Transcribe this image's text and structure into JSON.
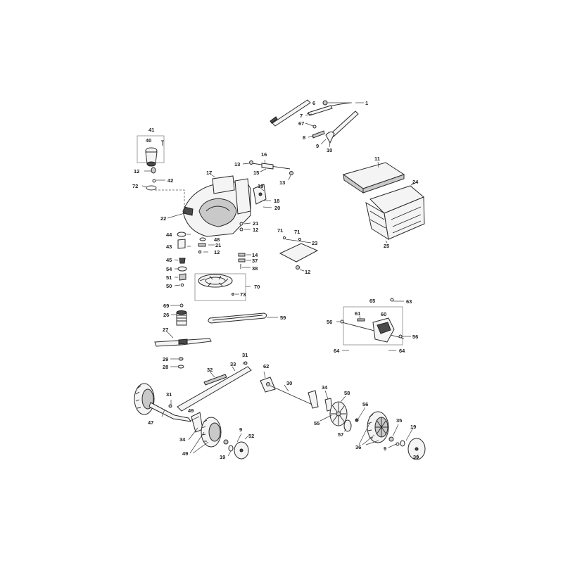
{
  "accent_color": "#e8892b",
  "callouts": [
    {
      "id": "c1",
      "text": "1"
    },
    {
      "id": "c6",
      "text": "6"
    },
    {
      "id": "c7",
      "text": "7"
    },
    {
      "id": "c67",
      "text": "67"
    },
    {
      "id": "c8",
      "text": "8"
    },
    {
      "id": "c9a",
      "text": "9"
    },
    {
      "id": "c10",
      "text": "10"
    },
    {
      "id": "c41",
      "text": "41"
    },
    {
      "id": "c40",
      "text": "40"
    },
    {
      "id": "c12a",
      "text": "12"
    },
    {
      "id": "c42",
      "text": "42"
    },
    {
      "id": "c72",
      "text": "72"
    },
    {
      "id": "c16",
      "text": "16"
    },
    {
      "id": "c13a",
      "text": "13"
    },
    {
      "id": "c15",
      "text": "15"
    },
    {
      "id": "c13b",
      "text": "13"
    },
    {
      "id": "c17",
      "text": "17"
    },
    {
      "id": "c11",
      "text": "11"
    },
    {
      "id": "c24",
      "text": "24"
    },
    {
      "id": "c19a",
      "text": "19"
    },
    {
      "id": "c18",
      "text": "18"
    },
    {
      "id": "c20",
      "text": "20"
    },
    {
      "id": "c22",
      "text": "22"
    },
    {
      "id": "c21a",
      "text": "21"
    },
    {
      "id": "c12b",
      "text": "12"
    },
    {
      "id": "c71a",
      "text": "71"
    },
    {
      "id": "c71b",
      "text": "71"
    },
    {
      "id": "c23",
      "text": "23"
    },
    {
      "id": "c25",
      "text": "25"
    },
    {
      "id": "c44",
      "text": "44"
    },
    {
      "id": "c48",
      "text": "48"
    },
    {
      "id": "c21b",
      "text": "21"
    },
    {
      "id": "c43",
      "text": "43"
    },
    {
      "id": "c12c",
      "text": "12"
    },
    {
      "id": "c14",
      "text": "14"
    },
    {
      "id": "c37",
      "text": "37"
    },
    {
      "id": "c45",
      "text": "45"
    },
    {
      "id": "c38",
      "text": "38"
    },
    {
      "id": "c12d",
      "text": "12"
    },
    {
      "id": "c54",
      "text": "54"
    },
    {
      "id": "c51",
      "text": "51"
    },
    {
      "id": "c50",
      "text": "50"
    },
    {
      "id": "c70",
      "text": "70"
    },
    {
      "id": "c73",
      "text": "73"
    },
    {
      "id": "c69",
      "text": "69"
    },
    {
      "id": "c26",
      "text": "26"
    },
    {
      "id": "c59",
      "text": "59"
    },
    {
      "id": "c65",
      "text": "65"
    },
    {
      "id": "c63",
      "text": "63"
    },
    {
      "id": "c61",
      "text": "61"
    },
    {
      "id": "c60",
      "text": "60"
    },
    {
      "id": "c56a",
      "text": "56"
    },
    {
      "id": "c56b",
      "text": "56"
    },
    {
      "id": "c64a",
      "text": "64"
    },
    {
      "id": "c64b",
      "text": "64"
    },
    {
      "id": "c27",
      "text": "27"
    },
    {
      "id": "c29",
      "text": "29"
    },
    {
      "id": "c28",
      "text": "28"
    },
    {
      "id": "c31a",
      "text": "31"
    },
    {
      "id": "c33",
      "text": "33"
    },
    {
      "id": "c32",
      "text": "32"
    },
    {
      "id": "c62",
      "text": "62"
    },
    {
      "id": "c30",
      "text": "30"
    },
    {
      "id": "c34a",
      "text": "34"
    },
    {
      "id": "c58",
      "text": "58"
    },
    {
      "id": "c31b",
      "text": "31"
    },
    {
      "id": "c47",
      "text": "47"
    },
    {
      "id": "c49a",
      "text": "49"
    },
    {
      "id": "c34b",
      "text": "34"
    },
    {
      "id": "c9b",
      "text": "9"
    },
    {
      "id": "c52",
      "text": "52"
    },
    {
      "id": "c49b",
      "text": "49"
    },
    {
      "id": "c19b",
      "text": "19"
    },
    {
      "id": "c55",
      "text": "55"
    },
    {
      "id": "c56c",
      "text": "56"
    },
    {
      "id": "c57",
      "text": "57"
    },
    {
      "id": "c35",
      "text": "35"
    },
    {
      "id": "c19c",
      "text": "19"
    },
    {
      "id": "c36",
      "text": "36"
    },
    {
      "id": "c9c",
      "text": "9"
    },
    {
      "id": "c39",
      "text": "39"
    }
  ]
}
